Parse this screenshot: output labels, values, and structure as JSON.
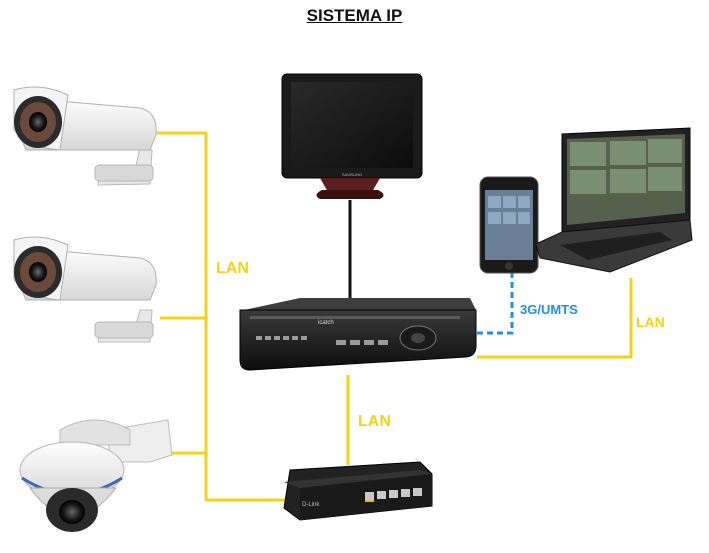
{
  "title": "SISTEMA IP",
  "labels": {
    "lan_left": "LAN",
    "lan_center": "LAN",
    "lan_right": "LAN",
    "mobile_link": "3G/UMTS"
  },
  "colors": {
    "lan_line": "#f5d216",
    "mobile_link": "#1f8fe0",
    "cable": "#111111"
  },
  "monitor_brand": "SAMSUNG",
  "dvr_brand": "icatch",
  "switch_brand": "D-Link"
}
